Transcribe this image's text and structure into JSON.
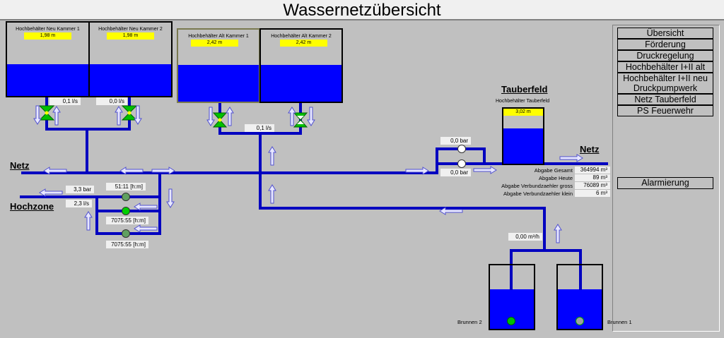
{
  "title": "Wassernetzübersicht",
  "tanks": {
    "neu_k1": {
      "label": "Hochbehälter Neu Kammer 1",
      "level": "1,98 m"
    },
    "neu_k2": {
      "label": "Hochbehälter Neu Kammer 2",
      "level": "1,98 m"
    },
    "alt_k1": {
      "label": "Hochbehälter Alt Kammer 1",
      "level": "2,42 m"
    },
    "alt_k2": {
      "label": "Hochbehälter Alt Kammer 2",
      "level": "2,42 m"
    },
    "tauberfeld": {
      "heading": "Tauberfeld",
      "label": "Hochbehälter Tauberfeld",
      "level": "3,02 m"
    },
    "brunnen2": {
      "label": "Brunnen 2"
    },
    "brunnen1": {
      "label": "Brunnen 1"
    }
  },
  "values": {
    "neu_k1_flow": "0,1 l/s",
    "neu_k2_flow": "0,0 l/s",
    "alt_flow": "0,1 l/s",
    "hochzone_pressure": "3,3 bar",
    "hochzone_flow": "2,3 l/s",
    "pump1_runtime": "51:11 [h:m]",
    "pump2_runtime": "7075:55 [h:m]",
    "pump3_runtime": "7075:55 [h:m]",
    "tauber_pump_top": "0,0 bar",
    "tauber_pump_bottom": "0,0 bar",
    "brunnen_flow": "0,00 m³/h"
  },
  "labels": {
    "netz_left": "Netz",
    "hochzone": "Hochzone",
    "netz_right": "Netz"
  },
  "abgabe": [
    {
      "label": "Abgabe Gesamt",
      "value": "364994 m³"
    },
    {
      "label": "Abgabe Heute",
      "value": "89 m³"
    },
    {
      "label": "Abgabe Verbundzaehler gross",
      "value": "76089 m³"
    },
    {
      "label": "Abgabe Verbundzaehler klein",
      "value": "6 m³"
    }
  ],
  "nav": [
    "Übersicht",
    "Förderung",
    "Druckregelung",
    "Hochbehälter I+II alt",
    "Hochbehälter I+II neu Druckpumpwerk",
    "Netz Tauberfeld",
    "PS Feuerwehr"
  ],
  "alarm_button": "Alarmierung",
  "colors": {
    "water": "#0000ff",
    "pipe": "#0000c0",
    "level_box": "#ffff00",
    "pump_on": "#00c000"
  }
}
